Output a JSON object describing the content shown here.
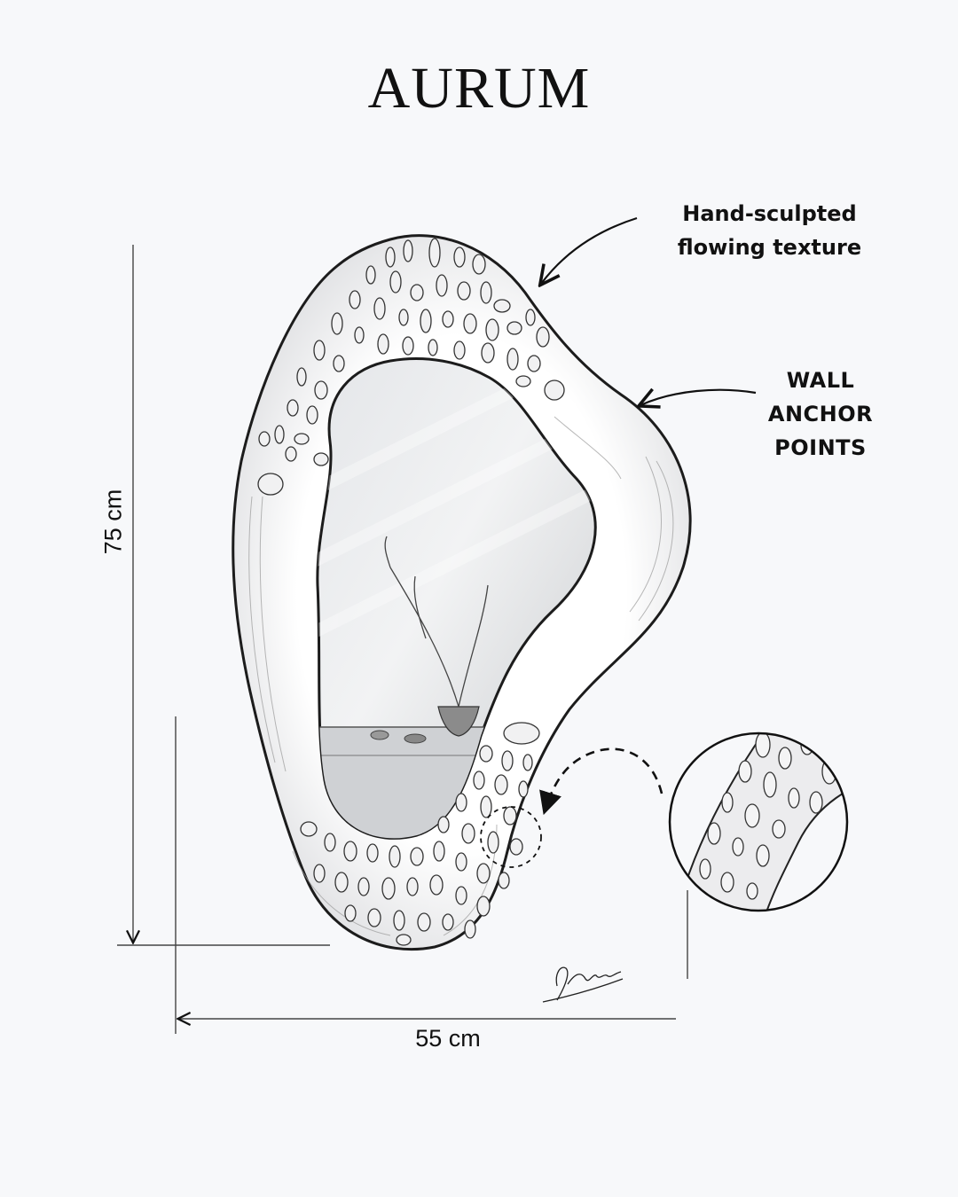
{
  "brand": {
    "name": "AURUM"
  },
  "callouts": {
    "texture": {
      "line1": "Hand-sculpted",
      "line2": "flowing texture"
    },
    "anchor": {
      "line1": "WALL",
      "line2": "ANCHOR",
      "line3": "POINTS"
    }
  },
  "dimensions": {
    "height": "75 cm",
    "width": "55 cm"
  },
  "colors": {
    "background": "#f7f8fa",
    "ink": "#111111",
    "line": "#444444"
  },
  "illustration": {
    "subject": "organic-mirror-sketch",
    "detail_view": "texture-magnifier",
    "signature": "artist-signature"
  }
}
